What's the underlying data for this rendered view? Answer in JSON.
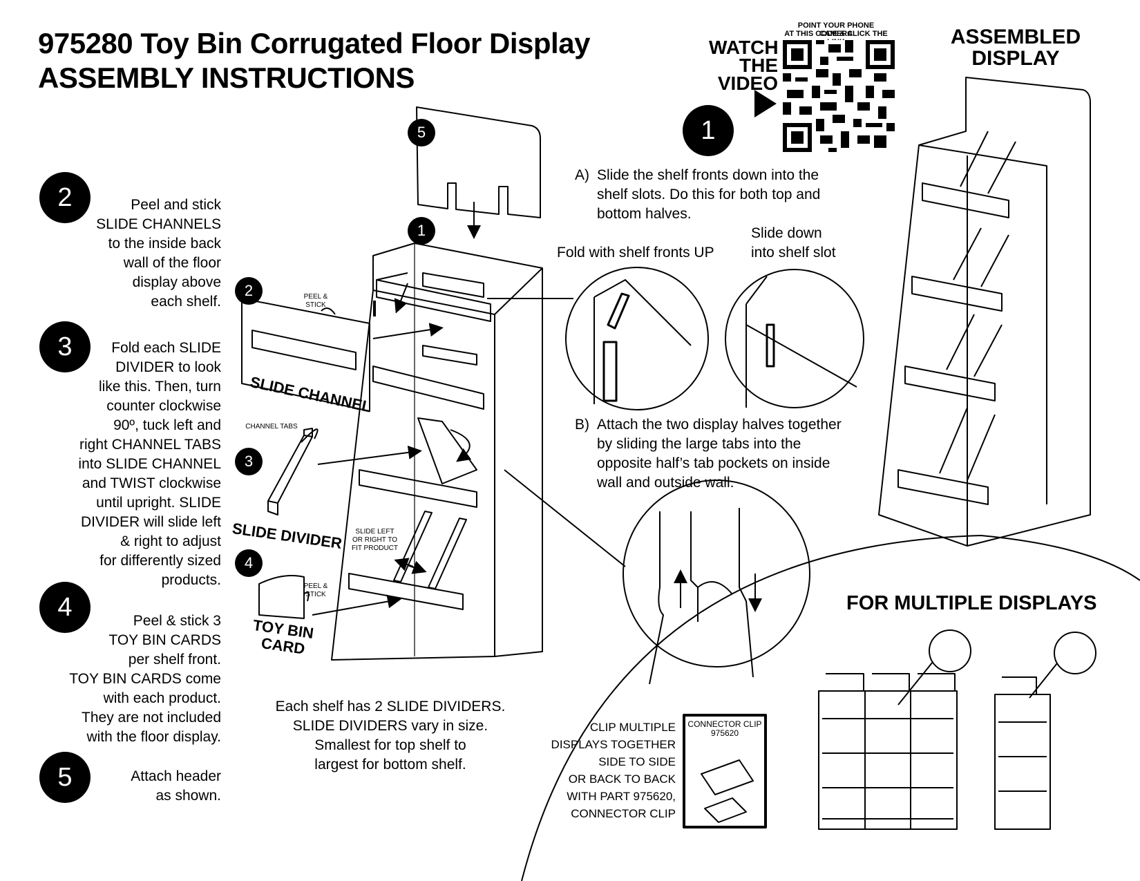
{
  "title": {
    "line1": "975280 Toy Bin Corrugated Floor Display",
    "line2": "ASSEMBLY INSTRUCTIONS"
  },
  "video": {
    "note_line1": "POINT YOUR PHONE CAMERA",
    "note_line2": "AT THIS CODE & CLICK THE LINK",
    "watch": "WATCH",
    "the": "THE",
    "video": "VIDEO"
  },
  "assembled": {
    "line1": "ASSEMBLED",
    "line2": "DISPLAY"
  },
  "steps": [
    {
      "num": "2",
      "text": "Peel and stick\nSLIDE CHANNELS\nto the inside back\nwall of the floor\ndisplay above\neach shelf."
    },
    {
      "num": "3",
      "text": "Fold each SLIDE\nDIVIDER to look\nlike this. Then, turn\ncounter clockwise\n90º, tuck left and\nright CHANNEL TABS\ninto SLIDE CHANNEL\nand TWIST clockwise\nuntil upright. SLIDE\nDIVIDER will slide left\n& right to adjust\nfor differently sized\nproducts."
    },
    {
      "num": "4",
      "text": "Peel & stick 3\nTOY BIN CARDS\nper shelf front.\nTOY BIN CARDS come\nwith each product.\nThey are not included\nwith the floor display."
    },
    {
      "num": "5",
      "text": "Attach header\nas shown."
    }
  ],
  "step1": {
    "num": "1",
    "a_letter": "A)",
    "a_line1": "Slide the shelf fronts down into the",
    "a_line2": "shelf slots. Do this for both top and",
    "a_line3": "bottom halves.",
    "fold_label": "Fold with shelf fronts UP",
    "slide_label_1": "Slide down",
    "slide_label_2": "into shelf slot",
    "b_letter": "B)",
    "b_line1": "Attach the two display halves together",
    "b_line2": "by sliding the large tabs into the",
    "b_line3": "opposite half’s tab pockets on inside",
    "b_line4": "wall and outside wall."
  },
  "callouts": {
    "c1": "1",
    "c2": "2",
    "c3": "3",
    "c4": "4",
    "c5": "5"
  },
  "diagram_labels": {
    "peel_stick": "PEEL &\nSTICK",
    "slide_channel": "SLIDE CHANNEL",
    "channel_tabs": "CHANNEL TABS",
    "slide_divider": "SLIDE DIVIDER",
    "slide_left": "SLIDE LEFT\nOR RIGHT TO\nFIT PRODUCT",
    "toy_bin_card_1": "TOY BIN",
    "toy_bin_card_2": "CARD"
  },
  "dividers_note": {
    "line1": "Each shelf has 2 SLIDE DIVIDERS.",
    "line2": "SLIDE DIVIDERS vary in size.",
    "line3": "Smallest  for top shelf to",
    "line4": "largest for bottom shelf."
  },
  "multiple": {
    "heading": "FOR MULTIPLE DISPLAYS",
    "clip_text": "CLIP MULTIPLE\nDISPLAYS TOGETHER\nSIDE TO SIDE\nOR BACK TO BACK\nWITH PART 975620,\nCONNECTOR CLIP",
    "connector_title": "CONNECTOR CLIP",
    "connector_part": "975620"
  }
}
